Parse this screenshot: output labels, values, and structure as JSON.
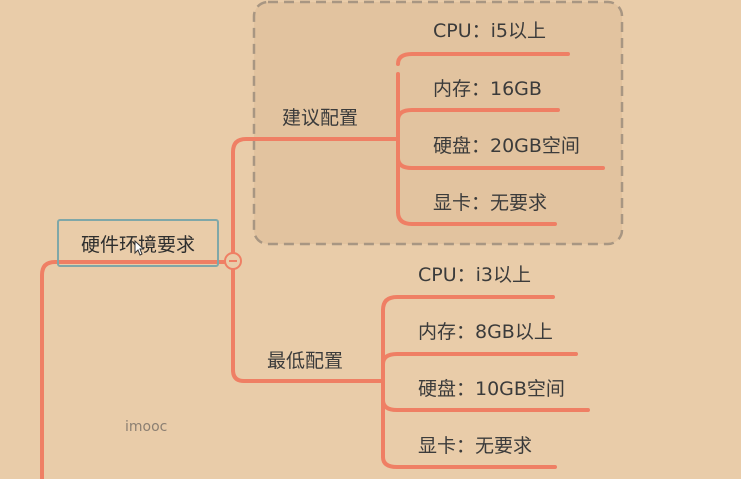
{
  "root": {
    "label": "硬件环境要求"
  },
  "recommended": {
    "label": "建议配置",
    "items": [
      "CPU：i5以上",
      "内存：16GB",
      "硬盘：20GB空间",
      "显卡：无要求"
    ]
  },
  "minimum": {
    "label": "最低配置",
    "items": [
      "CPU：i3以上",
      "内存：8GB以上",
      "硬盘：10GB空间",
      "显卡：无要求"
    ]
  },
  "watermark": "imooc",
  "colors": {
    "background": "#e9cca9",
    "branch": "#ef7f64",
    "root_border": "#7fa7a8",
    "group_fill": "#e2c39f",
    "group_border": "#a89682"
  },
  "icons": {
    "toggle": "collapse-minus-icon",
    "cursor": "mouse-pointer-icon"
  }
}
